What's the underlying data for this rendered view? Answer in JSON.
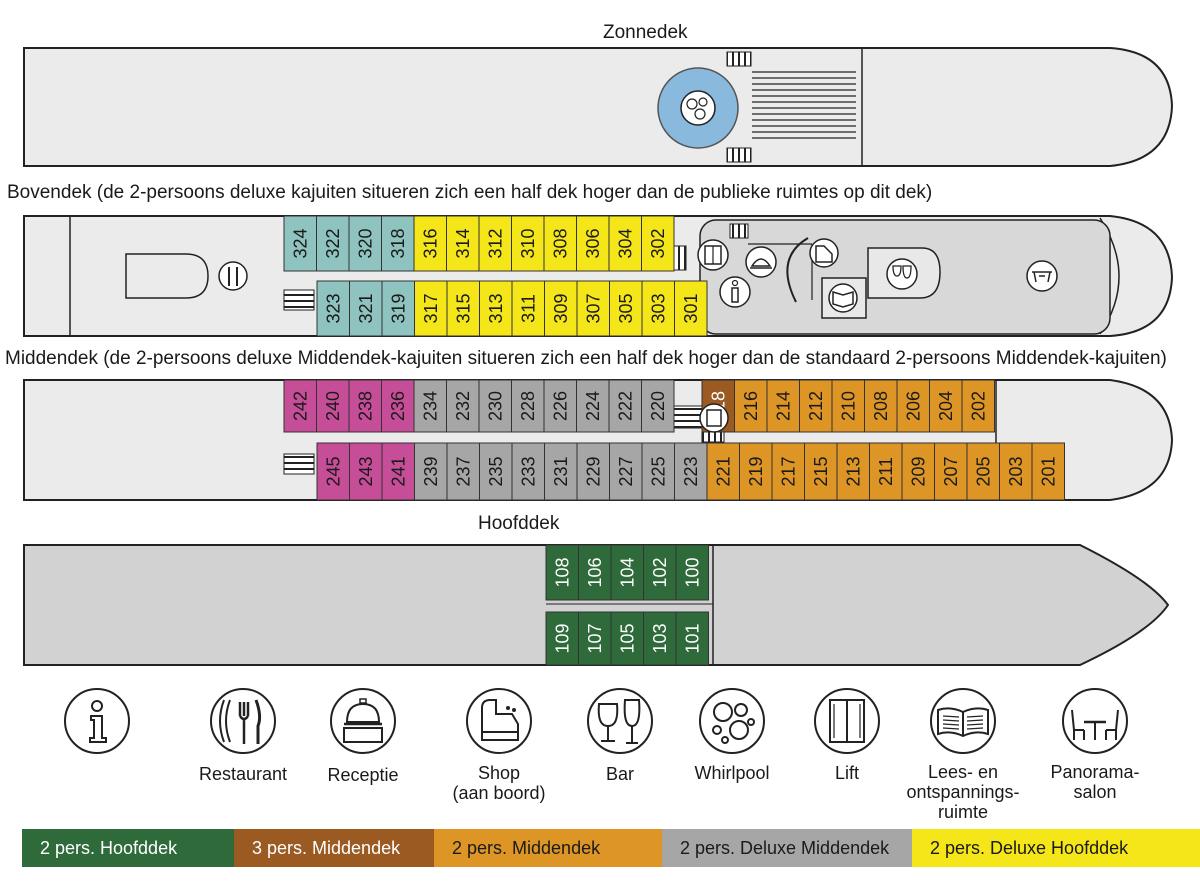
{
  "decks": {
    "zonnedek": {
      "title": "Zonnedek"
    },
    "bovendek": {
      "title": "Bovendek (de 2-persoons deluxe kajuiten situeren zich een half dek hoger dan de publieke ruimtes op dit dek)"
    },
    "middendek": {
      "title": "Middendek (de 2-persoons deluxe Middendek-kajuiten situeren zich een half dek hoger dan de standaard 2-persoons Middendek-kajuiten)"
    },
    "hoofddek": {
      "title": "Hoofddek"
    }
  },
  "cabins": {
    "bovendek_top": [
      {
        "n": "324",
        "t": "teal"
      },
      {
        "n": "322",
        "t": "teal"
      },
      {
        "n": "320",
        "t": "teal"
      },
      {
        "n": "318",
        "t": "teal"
      },
      {
        "n": "316",
        "t": "yellow"
      },
      {
        "n": "314",
        "t": "yellow"
      },
      {
        "n": "312",
        "t": "yellow"
      },
      {
        "n": "310",
        "t": "yellow"
      },
      {
        "n": "308",
        "t": "yellow"
      },
      {
        "n": "306",
        "t": "yellow"
      },
      {
        "n": "304",
        "t": "yellow"
      },
      {
        "n": "302",
        "t": "yellow"
      }
    ],
    "bovendek_bottom": [
      {
        "n": "323",
        "t": "teal"
      },
      {
        "n": "321",
        "t": "teal"
      },
      {
        "n": "319",
        "t": "teal"
      },
      {
        "n": "317",
        "t": "yellow"
      },
      {
        "n": "315",
        "t": "yellow"
      },
      {
        "n": "313",
        "t": "yellow"
      },
      {
        "n": "311",
        "t": "yellow"
      },
      {
        "n": "309",
        "t": "yellow"
      },
      {
        "n": "307",
        "t": "yellow"
      },
      {
        "n": "305",
        "t": "yellow"
      },
      {
        "n": "303",
        "t": "yellow"
      },
      {
        "n": "301",
        "t": "yellow"
      }
    ],
    "middendek_top_left": [
      {
        "n": "242",
        "t": "magenta"
      },
      {
        "n": "240",
        "t": "magenta"
      },
      {
        "n": "238",
        "t": "magenta"
      },
      {
        "n": "236",
        "t": "magenta"
      },
      {
        "n": "234",
        "t": "grey"
      },
      {
        "n": "232",
        "t": "grey"
      },
      {
        "n": "230",
        "t": "grey"
      },
      {
        "n": "228",
        "t": "grey"
      },
      {
        "n": "226",
        "t": "grey"
      },
      {
        "n": "224",
        "t": "grey"
      },
      {
        "n": "222",
        "t": "grey"
      },
      {
        "n": "220",
        "t": "grey"
      }
    ],
    "middendek_top_right": [
      {
        "n": "218",
        "t": "brown"
      },
      {
        "n": "216",
        "t": "orange"
      },
      {
        "n": "214",
        "t": "orange"
      },
      {
        "n": "212",
        "t": "orange"
      },
      {
        "n": "210",
        "t": "orange"
      },
      {
        "n": "208",
        "t": "orange"
      },
      {
        "n": "206",
        "t": "orange"
      },
      {
        "n": "204",
        "t": "orange"
      },
      {
        "n": "202",
        "t": "orange"
      }
    ],
    "middendek_bottom": [
      {
        "n": "245",
        "t": "magenta"
      },
      {
        "n": "243",
        "t": "magenta"
      },
      {
        "n": "241",
        "t": "magenta"
      },
      {
        "n": "239",
        "t": "grey"
      },
      {
        "n": "237",
        "t": "grey"
      },
      {
        "n": "235",
        "t": "grey"
      },
      {
        "n": "233",
        "t": "grey"
      },
      {
        "n": "231",
        "t": "grey"
      },
      {
        "n": "229",
        "t": "grey"
      },
      {
        "n": "227",
        "t": "grey"
      },
      {
        "n": "225",
        "t": "grey"
      },
      {
        "n": "223",
        "t": "grey"
      },
      {
        "n": "221",
        "t": "orange"
      },
      {
        "n": "219",
        "t": "orange"
      },
      {
        "n": "217",
        "t": "orange"
      },
      {
        "n": "215",
        "t": "orange"
      },
      {
        "n": "213",
        "t": "orange"
      },
      {
        "n": "211",
        "t": "orange"
      },
      {
        "n": "209",
        "t": "orange"
      },
      {
        "n": "207",
        "t": "orange"
      },
      {
        "n": "205",
        "t": "orange"
      },
      {
        "n": "203",
        "t": "orange"
      },
      {
        "n": "201",
        "t": "orange"
      }
    ],
    "hoofddek_top": [
      {
        "n": "108",
        "t": "green"
      },
      {
        "n": "106",
        "t": "green"
      },
      {
        "n": "104",
        "t": "green"
      },
      {
        "n": "102",
        "t": "green"
      },
      {
        "n": "100",
        "t": "green"
      }
    ],
    "hoofddek_bottom": [
      {
        "n": "109",
        "t": "green"
      },
      {
        "n": "107",
        "t": "green"
      },
      {
        "n": "105",
        "t": "green"
      },
      {
        "n": "103",
        "t": "green"
      },
      {
        "n": "101",
        "t": "green"
      }
    ]
  },
  "cabin_colors": {
    "teal": "#8fc3c0",
    "yellow": "#f5e61a",
    "magenta": "#c64d97",
    "grey": "#a6a6a6",
    "brown": "#9a5a22",
    "orange": "#dd9526",
    "green": "#2f6a3a"
  },
  "facilities": [
    {
      "icon": "info-icon",
      "label": ""
    },
    {
      "icon": "restaurant-icon",
      "label": "Restaurant"
    },
    {
      "icon": "reception-bell-icon",
      "label": "Receptie"
    },
    {
      "icon": "cash-register-icon",
      "label": "Shop\n(aan boord)"
    },
    {
      "icon": "wine-glasses-icon",
      "label": "Bar"
    },
    {
      "icon": "whirlpool-icon",
      "label": "Whirlpool"
    },
    {
      "icon": "lift-icon",
      "label": "Lift"
    },
    {
      "icon": "open-book-icon",
      "label": "Lees- en\nontspannings-\nruimte"
    },
    {
      "icon": "panorama-seats-icon",
      "label": "Panorama-\nsalon"
    }
  ],
  "legend": [
    {
      "label": "2 pers. Hoofddek",
      "color": "#2f6a3a",
      "text": "#ffffff"
    },
    {
      "label": "3 pers. Middendek",
      "color": "#9a5a22",
      "text": "#ffffff"
    },
    {
      "label": "2 pers. Middendek",
      "color": "#dd9526",
      "text": "#1a1a1a"
    },
    {
      "label": "2 pers. Deluxe Middendek",
      "color": "#a6a6a6",
      "text": "#1a1a1a"
    },
    {
      "label": "2 pers. Deluxe Hoofddek",
      "color": "#f5e61a",
      "text": "#1a1a1a"
    }
  ]
}
